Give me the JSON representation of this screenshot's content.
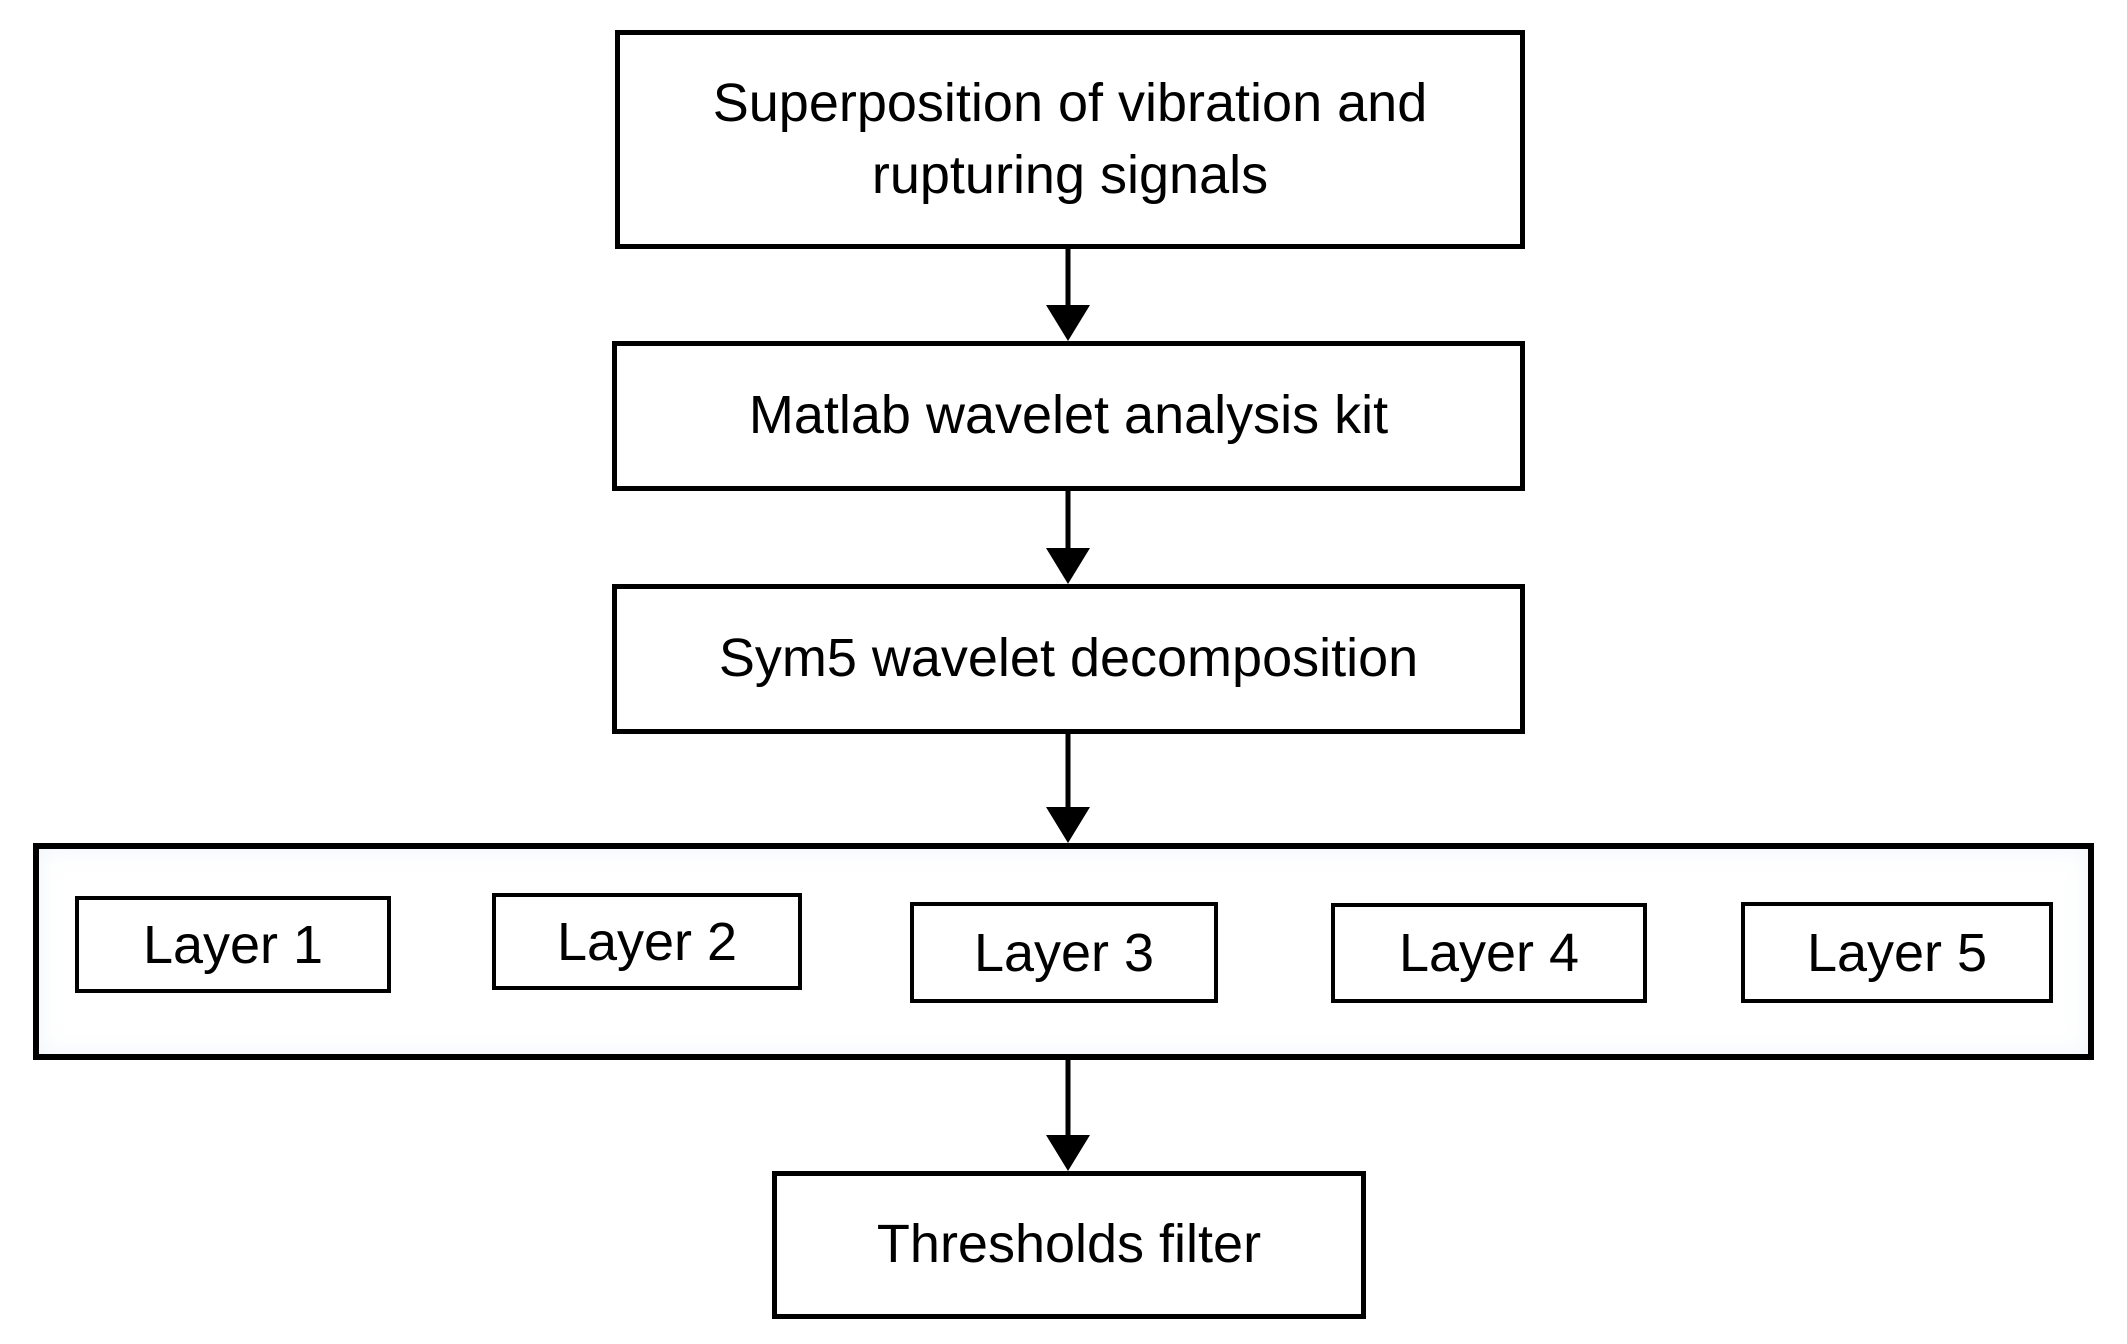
{
  "diagram": {
    "nodes": {
      "superposition": {
        "label": "Superposition of vibration and rupturing signals"
      },
      "matlab": {
        "label": "Matlab wavelet analysis kit"
      },
      "sym5": {
        "label": "Sym5 wavelet decomposition"
      },
      "thresholds": {
        "label": "Thresholds filter"
      }
    },
    "layers": [
      {
        "label": "Layer 1"
      },
      {
        "label": "Layer 2"
      },
      {
        "label": "Layer 3"
      },
      {
        "label": "Layer 4"
      },
      {
        "label": "Layer 5"
      }
    ],
    "edges": [
      {
        "from": "superposition",
        "to": "matlab"
      },
      {
        "from": "matlab",
        "to": "sym5"
      },
      {
        "from": "sym5",
        "to": "layers-group"
      },
      {
        "from": "layers-group",
        "to": "thresholds"
      }
    ],
    "colors": {
      "stroke": "#000000",
      "background": "#ffffff",
      "text": "#000000"
    }
  }
}
